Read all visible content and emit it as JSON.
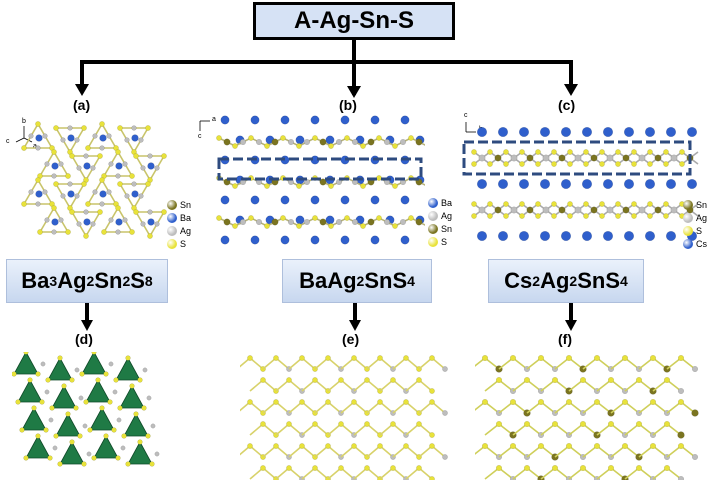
{
  "title": "A-Ag-Sn-S",
  "panels": [
    {
      "label": "(a)"
    },
    {
      "label": "(b)"
    },
    {
      "label": "(c)"
    },
    {
      "label": "(d)"
    },
    {
      "label": "(e)"
    },
    {
      "label": "(f)"
    }
  ],
  "formulas": [
    {
      "parts": [
        "Ba",
        "3",
        "Ag",
        "2",
        "Sn",
        "2",
        "S",
        "8"
      ]
    },
    {
      "parts": [
        "BaAg",
        "2",
        "SnS",
        "4"
      ]
    },
    {
      "parts": [
        "Cs",
        "2",
        "Ag",
        "2",
        "SnS",
        "4"
      ]
    }
  ],
  "legends": {
    "a": [
      {
        "label": "Sn",
        "color": "#7a7420"
      },
      {
        "label": "Ba",
        "color": "#2f5fcc"
      },
      {
        "label": "Ag",
        "color": "#bdbdbd"
      },
      {
        "label": "S",
        "color": "#e8e23a"
      }
    ],
    "b": [
      {
        "label": "Ba",
        "color": "#2f5fcc"
      },
      {
        "label": "Ag",
        "color": "#bdbdbd"
      },
      {
        "label": "Sn",
        "color": "#7a7420"
      },
      {
        "label": "S",
        "color": "#e8e23a"
      }
    ],
    "c": [
      {
        "label": "Sn",
        "color": "#7a7420"
      },
      {
        "label": "Ag",
        "color": "#bdbdbd"
      },
      {
        "label": "S",
        "color": "#e8e23a"
      },
      {
        "label": "Cs",
        "color": "#2f5fcc"
      }
    ]
  },
  "axes": {
    "a": {
      "top": "b",
      "left": "c",
      "right": "a"
    },
    "b": {
      "right": "a",
      "bottom": "c"
    },
    "c": {
      "top": "c",
      "right": "b"
    }
  },
  "colors": {
    "highlight_box": "#2e4b7f",
    "tetrahedron": "#1f7a45"
  }
}
